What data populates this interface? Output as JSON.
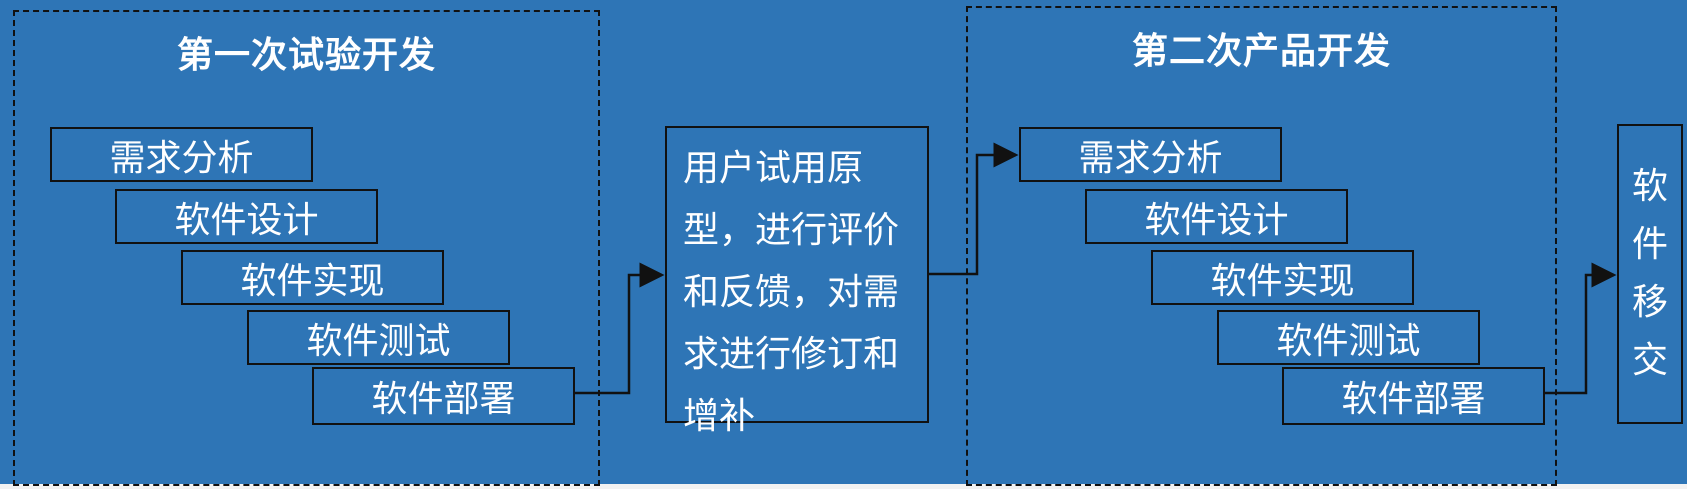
{
  "colors": {
    "background": "#2e75b6",
    "border": "#111111",
    "text": "#ffffff"
  },
  "phase1": {
    "title": "第一次试验开发",
    "steps": [
      "需求分析",
      "软件设计",
      "软件实现",
      "软件测试",
      "软件部署"
    ]
  },
  "review": {
    "text": "用户试用原型，进行评价和反馈，对需求进行修订和增补"
  },
  "phase2": {
    "title": "第二次产品开发",
    "steps": [
      "需求分析",
      "软件设计",
      "软件实现",
      "软件测试",
      "软件部署"
    ]
  },
  "deliver": {
    "text": "软件移交"
  }
}
